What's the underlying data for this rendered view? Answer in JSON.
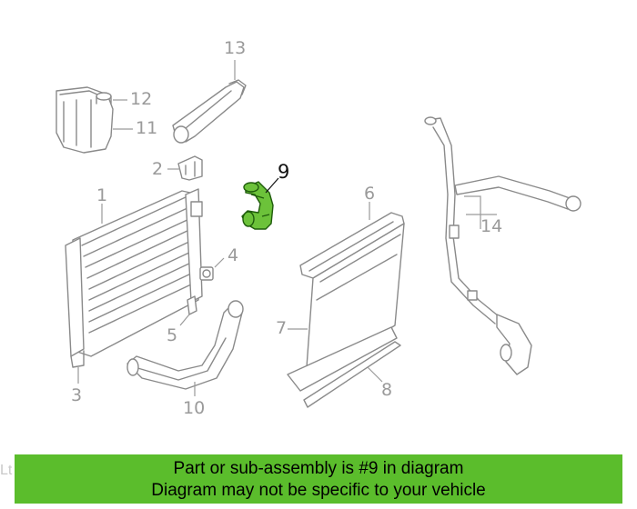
{
  "diagram": {
    "highlighted_part": "9",
    "callouts": [
      {
        "id": "1",
        "label": "1"
      },
      {
        "id": "2",
        "label": "2"
      },
      {
        "id": "3",
        "label": "3"
      },
      {
        "id": "4",
        "label": "4"
      },
      {
        "id": "5",
        "label": "5"
      },
      {
        "id": "6",
        "label": "6"
      },
      {
        "id": "7",
        "label": "7"
      },
      {
        "id": "8",
        "label": "8"
      },
      {
        "id": "9",
        "label": "9"
      },
      {
        "id": "10",
        "label": "10"
      },
      {
        "id": "11",
        "label": "11"
      },
      {
        "id": "12",
        "label": "12"
      },
      {
        "id": "13",
        "label": "13"
      },
      {
        "id": "14",
        "label": "14"
      }
    ],
    "colors": {
      "highlight": "#6cc23a",
      "banner": "#5bbd2c",
      "line_art": "#8a8a8a"
    }
  },
  "banner": {
    "line1": "Part or sub-assembly is #9 in diagram",
    "line2": "Diagram may not be specific to your vehicle"
  },
  "watermark": {
    "text": "Lt"
  }
}
